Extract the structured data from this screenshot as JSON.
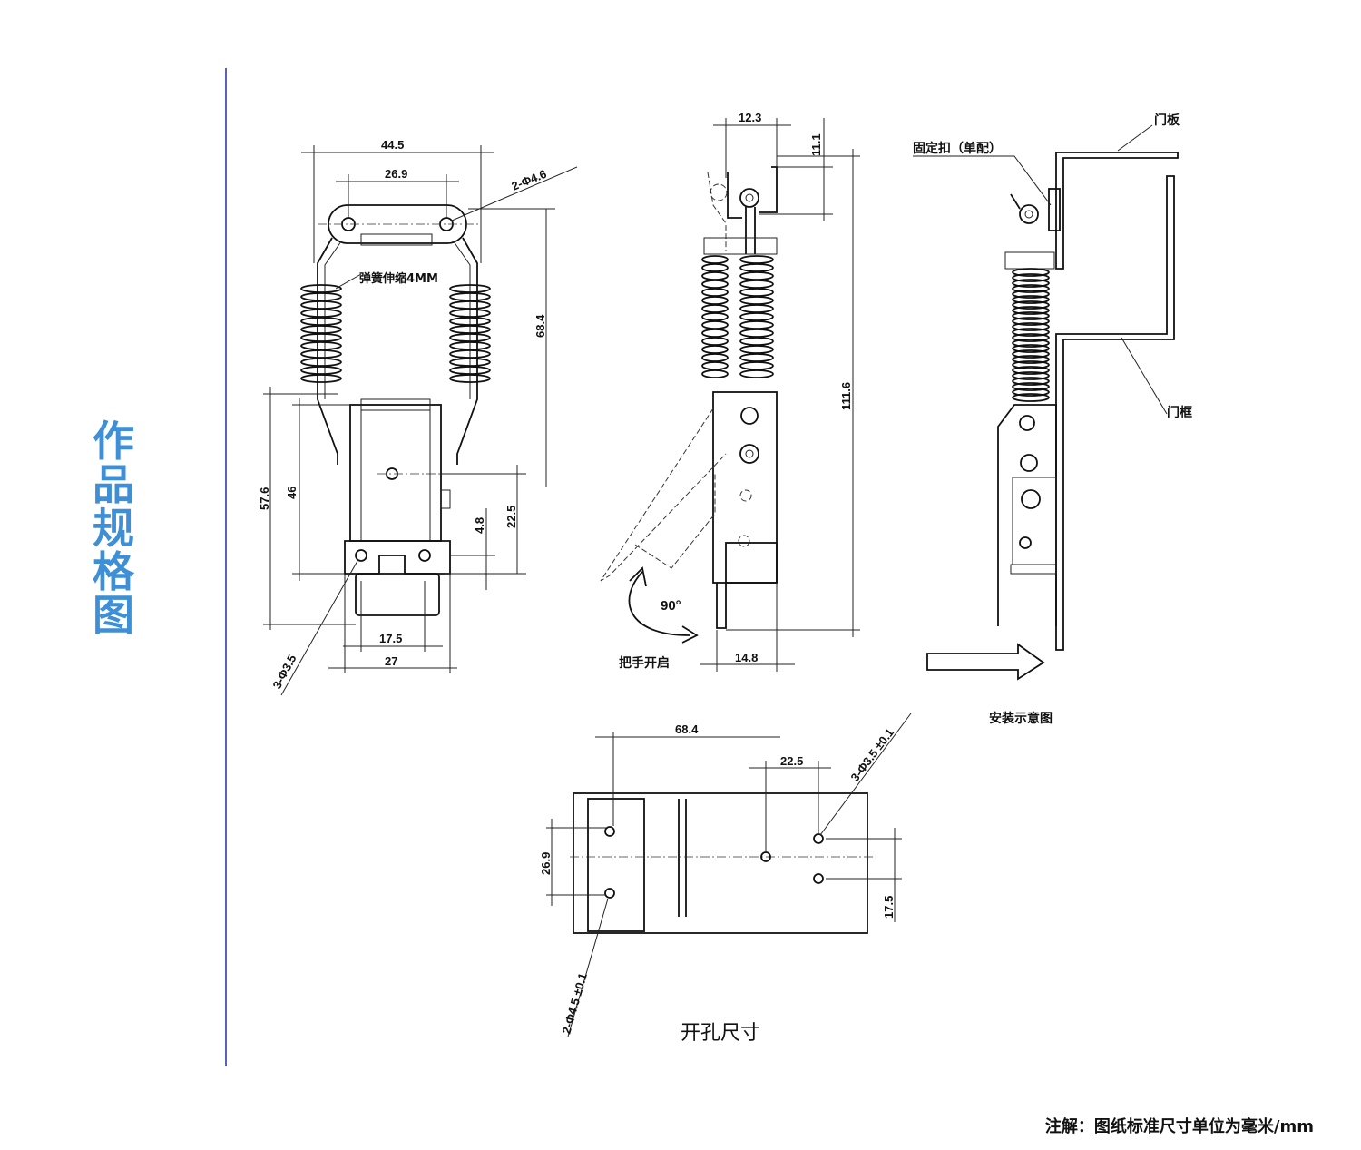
{
  "side_title": "作品规格图",
  "front_view": {
    "dim_width_outer": "44.5",
    "dim_hole_spacing_top": "26.9",
    "dim_top_holes": "2-Φ4.6",
    "spring_note": "弹簧伸缩4MM",
    "dim_height_upper": "68.4",
    "dim_height_57_6": "57.6",
    "dim_height_46": "46",
    "dim_22_5": "22.5",
    "dim_4_8": "4.8",
    "dim_bottom_holes": "3-Φ3.5",
    "dim_17_5": "17.5",
    "dim_27": "27"
  },
  "side_view": {
    "dim_12_3": "12.3",
    "dim_11_1": "11.1",
    "dim_111_6": "111.6",
    "angle": "90°",
    "handle_open": "把手开启",
    "dim_14_8": "14.8"
  },
  "install_view": {
    "door_panel": "门板",
    "fixed_catch": "固定扣（单配）",
    "door_frame": "门框",
    "title": "安装示意图"
  },
  "hole_view": {
    "dim_68_4": "68.4",
    "dim_22_5": "22.5",
    "dim_holes_right": "3-Φ3.5 ±0.1",
    "dim_26_9": "26.9",
    "dim_17_5": "17.5",
    "dim_holes_left": "2-Φ4.5 ±0.1",
    "title": "开孔尺寸"
  },
  "footnote": "注解：图纸标准尺寸单位为毫米/mm"
}
